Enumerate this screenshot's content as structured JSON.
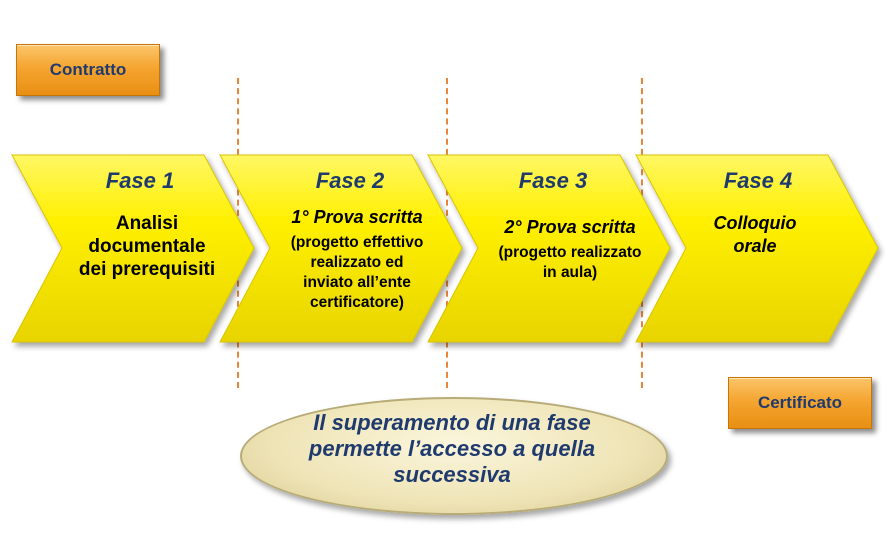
{
  "labels": {
    "start": "Contratto",
    "end": "Certificato"
  },
  "phases": [
    {
      "title": "Fase 1",
      "lines": [
        "Analisi",
        "documentale",
        "dei prerequisiti"
      ]
    },
    {
      "title": "Fase 2",
      "heading": "1° Prova scritta",
      "lines": [
        "(progetto effettivo",
        "realizzato ed",
        "inviato all’ente",
        "certificatore)"
      ]
    },
    {
      "title": "Fase 3",
      "heading": "2° Prova scritta",
      "lines": [
        "(progetto realizzato",
        "in aula)"
      ]
    },
    {
      "title": "Fase 4",
      "heading_lines": [
        "Colloquio",
        "orale"
      ]
    }
  ],
  "note": {
    "lines": [
      "Il superamento di una fase",
      "permette l’accesso a quella",
      "successiva"
    ]
  },
  "colors": {
    "arrow_fill": "#ffee00",
    "tag_fill": "#f5a530",
    "title_text": "#1f3b6e",
    "dashed_line": "#e8873a"
  }
}
